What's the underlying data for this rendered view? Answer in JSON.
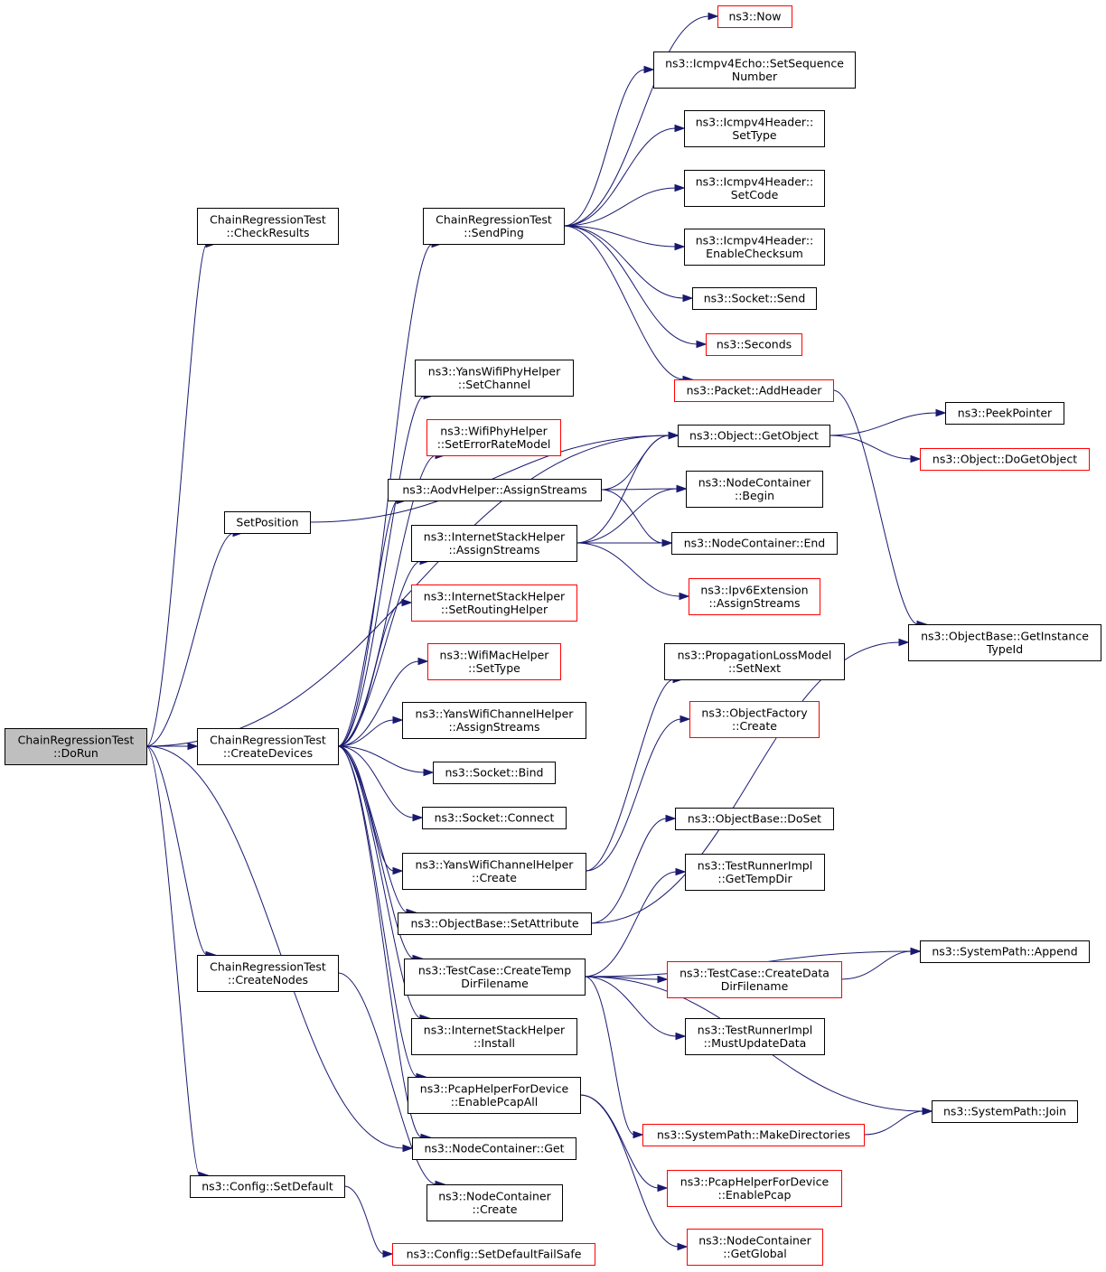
{
  "colors": {
    "edge": "#191970",
    "border_default": "#000000",
    "border_truncated": "#ff0000",
    "fill_default": "#ffffff",
    "fill_root": "#bfbfbf",
    "text": "#000000"
  },
  "nodes": [
    {
      "id": "dorun",
      "lines": [
        "ChainRegressionTest",
        "::DoRun"
      ],
      "style": "root"
    },
    {
      "id": "checkresults",
      "lines": [
        "ChainRegressionTest",
        "::CheckResults"
      ],
      "style": "default"
    },
    {
      "id": "setposition",
      "lines": [
        "SetPosition"
      ],
      "style": "default"
    },
    {
      "id": "createdevices",
      "lines": [
        "ChainRegressionTest",
        "::CreateDevices"
      ],
      "style": "default"
    },
    {
      "id": "createnodes",
      "lines": [
        "ChainRegressionTest",
        "::CreateNodes"
      ],
      "style": "default"
    },
    {
      "id": "configsetdefault",
      "lines": [
        "ns3::Config::SetDefault"
      ],
      "style": "default"
    },
    {
      "id": "sendping",
      "lines": [
        "ChainRegressionTest",
        "::SendPing"
      ],
      "style": "default"
    },
    {
      "id": "yanswifiphy-setchannel",
      "lines": [
        "ns3::YansWifiPhyHelper",
        "::SetChannel"
      ],
      "style": "default"
    },
    {
      "id": "wifiphy-seterrorrate",
      "lines": [
        "ns3::WifiPhyHelper",
        "::SetErrorRateModel"
      ],
      "style": "truncated"
    },
    {
      "id": "aodv-assignstreams",
      "lines": [
        "ns3::AodvHelper::AssignStreams"
      ],
      "style": "default"
    },
    {
      "id": "internetstack-assignstreams",
      "lines": [
        "ns3::InternetStackHelper",
        "::AssignStreams"
      ],
      "style": "default"
    },
    {
      "id": "internetstack-setrouting",
      "lines": [
        "ns3::InternetStackHelper",
        "::SetRoutingHelper"
      ],
      "style": "truncated"
    },
    {
      "id": "wifimac-settype",
      "lines": [
        "ns3::WifiMacHelper",
        "::SetType"
      ],
      "style": "truncated"
    },
    {
      "id": "yanschannel-assignstreams",
      "lines": [
        "ns3::YansWifiChannelHelper",
        "::AssignStreams"
      ],
      "style": "default"
    },
    {
      "id": "socket-bind",
      "lines": [
        "ns3::Socket::Bind"
      ],
      "style": "default"
    },
    {
      "id": "socket-connect",
      "lines": [
        "ns3::Socket::Connect"
      ],
      "style": "default"
    },
    {
      "id": "yanschannel-create",
      "lines": [
        "ns3::YansWifiChannelHelper",
        "::Create"
      ],
      "style": "default"
    },
    {
      "id": "objectbase-setattribute",
      "lines": [
        "ns3::ObjectBase::SetAttribute"
      ],
      "style": "default"
    },
    {
      "id": "testcase-createtemp",
      "lines": [
        "ns3::TestCase::CreateTemp",
        "DirFilename"
      ],
      "style": "default"
    },
    {
      "id": "internetstack-install",
      "lines": [
        "ns3::InternetStackHelper",
        "::Install"
      ],
      "style": "default"
    },
    {
      "id": "pcap-enablepcapall",
      "lines": [
        "ns3::PcapHelperForDevice",
        "::EnablePcapAll"
      ],
      "style": "default"
    },
    {
      "id": "nodecontainer-get",
      "lines": [
        "ns3::NodeContainer::Get"
      ],
      "style": "default"
    },
    {
      "id": "nodecontainer-create",
      "lines": [
        "ns3::NodeContainer",
        "::Create"
      ],
      "style": "default"
    },
    {
      "id": "config-setdefaultfailsafe",
      "lines": [
        "ns3::Config::SetDefaultFailSafe"
      ],
      "style": "truncated"
    },
    {
      "id": "now",
      "lines": [
        "ns3::Now"
      ],
      "style": "truncated"
    },
    {
      "id": "icmpv4echo-setseq",
      "lines": [
        "ns3::Icmpv4Echo::SetSequence",
        "Number"
      ],
      "style": "default"
    },
    {
      "id": "icmpv4header-settype",
      "lines": [
        "ns3::Icmpv4Header::",
        "SetType"
      ],
      "style": "default"
    },
    {
      "id": "icmpv4header-setcode",
      "lines": [
        "ns3::Icmpv4Header::",
        "SetCode"
      ],
      "style": "default"
    },
    {
      "id": "icmpv4header-enablechecksum",
      "lines": [
        "ns3::Icmpv4Header::",
        "EnableChecksum"
      ],
      "style": "default"
    },
    {
      "id": "socket-send",
      "lines": [
        "ns3::Socket::Send"
      ],
      "style": "default"
    },
    {
      "id": "seconds",
      "lines": [
        "ns3::Seconds"
      ],
      "style": "truncated"
    },
    {
      "id": "packet-addheader",
      "lines": [
        "ns3::Packet::AddHeader"
      ],
      "style": "truncated"
    },
    {
      "id": "object-getobject",
      "lines": [
        "ns3::Object::GetObject"
      ],
      "style": "default"
    },
    {
      "id": "nodecontainer-begin",
      "lines": [
        "ns3::NodeContainer",
        "::Begin"
      ],
      "style": "default"
    },
    {
      "id": "nodecontainer-end",
      "lines": [
        "ns3::NodeContainer::End"
      ],
      "style": "default"
    },
    {
      "id": "ipv6extension-assignstreams",
      "lines": [
        "ns3::Ipv6Extension",
        "::AssignStreams"
      ],
      "style": "truncated"
    },
    {
      "id": "propagationloss-setnext",
      "lines": [
        "ns3::PropagationLossModel",
        "::SetNext"
      ],
      "style": "default"
    },
    {
      "id": "objectfactory-create",
      "lines": [
        "ns3::ObjectFactory",
        "::Create"
      ],
      "style": "truncated"
    },
    {
      "id": "objectbase-doset",
      "lines": [
        "ns3::ObjectBase::DoSet"
      ],
      "style": "default"
    },
    {
      "id": "testrunner-gettempdir",
      "lines": [
        "ns3::TestRunnerImpl",
        "::GetTempDir"
      ],
      "style": "default"
    },
    {
      "id": "testcase-createdata",
      "lines": [
        "ns3::TestCase::CreateData",
        "DirFilename"
      ],
      "style": "truncated"
    },
    {
      "id": "testrunner-mustupdate",
      "lines": [
        "ns3::TestRunnerImpl",
        "::MustUpdateData"
      ],
      "style": "default"
    },
    {
      "id": "systempath-makedirs",
      "lines": [
        "ns3::SystemPath::MakeDirectories"
      ],
      "style": "truncated"
    },
    {
      "id": "pcap-enablepcap",
      "lines": [
        "ns3::PcapHelperForDevice",
        "::EnablePcap"
      ],
      "style": "truncated"
    },
    {
      "id": "nodecontainer-getglobal",
      "lines": [
        "ns3::NodeContainer",
        "::GetGlobal"
      ],
      "style": "truncated"
    },
    {
      "id": "peekpointer",
      "lines": [
        "ns3::PeekPointer"
      ],
      "style": "default"
    },
    {
      "id": "object-dogetobject",
      "lines": [
        "ns3::Object::DoGetObject"
      ],
      "style": "truncated"
    },
    {
      "id": "objectbase-getinstancetypeid",
      "lines": [
        "ns3::ObjectBase::GetInstance",
        "TypeId"
      ],
      "style": "default"
    },
    {
      "id": "systempath-append",
      "lines": [
        "ns3::SystemPath::Append"
      ],
      "style": "default"
    },
    {
      "id": "systempath-join",
      "lines": [
        "ns3::SystemPath::Join"
      ],
      "style": "default"
    }
  ],
  "edges": [
    [
      "dorun",
      "checkresults"
    ],
    [
      "dorun",
      "setposition"
    ],
    [
      "dorun",
      "createdevices"
    ],
    [
      "dorun",
      "createnodes"
    ],
    [
      "dorun",
      "configsetdefault"
    ],
    [
      "dorun",
      "object-getobject"
    ],
    [
      "dorun",
      "nodecontainer-get"
    ],
    [
      "setposition",
      "object-getobject"
    ],
    [
      "createdevices",
      "sendping"
    ],
    [
      "createdevices",
      "yanswifiphy-setchannel"
    ],
    [
      "createdevices",
      "wifiphy-seterrorrate"
    ],
    [
      "createdevices",
      "aodv-assignstreams"
    ],
    [
      "createdevices",
      "internetstack-assignstreams"
    ],
    [
      "createdevices",
      "internetstack-setrouting"
    ],
    [
      "createdevices",
      "wifimac-settype"
    ],
    [
      "createdevices",
      "yanschannel-assignstreams"
    ],
    [
      "createdevices",
      "socket-bind"
    ],
    [
      "createdevices",
      "socket-connect"
    ],
    [
      "createdevices",
      "yanschannel-create"
    ],
    [
      "createdevices",
      "objectbase-setattribute"
    ],
    [
      "createdevices",
      "testcase-createtemp"
    ],
    [
      "createdevices",
      "internetstack-install"
    ],
    [
      "createdevices",
      "pcap-enablepcapall"
    ],
    [
      "createdevices",
      "nodecontainer-get"
    ],
    [
      "createnodes",
      "nodecontainer-create"
    ],
    [
      "configsetdefault",
      "config-setdefaultfailsafe"
    ],
    [
      "sendping",
      "now"
    ],
    [
      "sendping",
      "icmpv4echo-setseq"
    ],
    [
      "sendping",
      "icmpv4header-settype"
    ],
    [
      "sendping",
      "icmpv4header-setcode"
    ],
    [
      "sendping",
      "icmpv4header-enablechecksum"
    ],
    [
      "sendping",
      "socket-send"
    ],
    [
      "sendping",
      "seconds"
    ],
    [
      "sendping",
      "packet-addheader"
    ],
    [
      "aodv-assignstreams",
      "object-getobject"
    ],
    [
      "aodv-assignstreams",
      "nodecontainer-begin"
    ],
    [
      "aodv-assignstreams",
      "nodecontainer-end"
    ],
    [
      "internetstack-assignstreams",
      "object-getobject"
    ],
    [
      "internetstack-assignstreams",
      "nodecontainer-begin"
    ],
    [
      "internetstack-assignstreams",
      "nodecontainer-end"
    ],
    [
      "internetstack-assignstreams",
      "ipv6extension-assignstreams"
    ],
    [
      "yanschannel-create",
      "propagationloss-setnext"
    ],
    [
      "yanschannel-create",
      "objectfactory-create"
    ],
    [
      "objectbase-setattribute",
      "objectbase-doset"
    ],
    [
      "objectbase-setattribute",
      "objectbase-getinstancetypeid"
    ],
    [
      "testcase-createtemp",
      "testrunner-gettempdir"
    ],
    [
      "testcase-createtemp",
      "systempath-append"
    ],
    [
      "testcase-createtemp",
      "testcase-createdata"
    ],
    [
      "testcase-createtemp",
      "testrunner-mustupdate"
    ],
    [
      "testcase-createtemp",
      "systempath-join"
    ],
    [
      "testcase-createtemp",
      "systempath-makedirs"
    ],
    [
      "testcase-createdata",
      "systempath-append"
    ],
    [
      "systempath-makedirs",
      "systempath-join"
    ],
    [
      "pcap-enablepcapall",
      "pcap-enablepcap"
    ],
    [
      "pcap-enablepcapall",
      "nodecontainer-getglobal"
    ],
    [
      "packet-addheader",
      "objectbase-getinstancetypeid"
    ],
    [
      "object-getobject",
      "peekpointer"
    ],
    [
      "object-getobject",
      "object-dogetobject"
    ]
  ]
}
